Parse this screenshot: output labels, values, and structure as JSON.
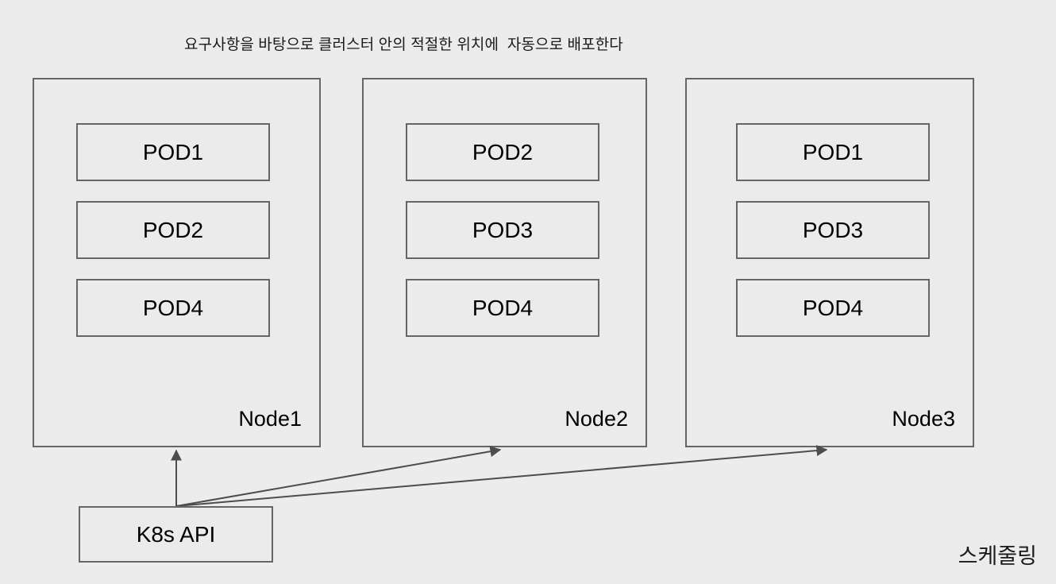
{
  "diagram": {
    "title": "요구사항을 바탕으로 클러스터 안의 적절한 위치에  자동으로 배포한다",
    "corner_note": "스케줄링",
    "colors": {
      "background": "#ececec",
      "box_fill": "#ebebeb",
      "box_stroke": "#666666",
      "arrow_stroke": "#4d4d4d",
      "text": "#000000"
    },
    "nodes": [
      {
        "id": "node1",
        "label": "Node1",
        "pods": [
          {
            "label": "POD1"
          },
          {
            "label": "POD2"
          },
          {
            "label": "POD4"
          }
        ]
      },
      {
        "id": "node2",
        "label": "Node2",
        "pods": [
          {
            "label": "POD2"
          },
          {
            "label": "POD3"
          },
          {
            "label": "POD4"
          }
        ]
      },
      {
        "id": "node3",
        "label": "Node3",
        "pods": [
          {
            "label": "POD1"
          },
          {
            "label": "POD3"
          },
          {
            "label": "POD4"
          }
        ]
      }
    ],
    "source": {
      "id": "k8s-api",
      "label": "K8s API"
    },
    "arrows": [
      {
        "from": "k8s-api",
        "to": "node1"
      },
      {
        "from": "k8s-api",
        "to": "node2"
      },
      {
        "from": "k8s-api",
        "to": "node3"
      }
    ]
  }
}
